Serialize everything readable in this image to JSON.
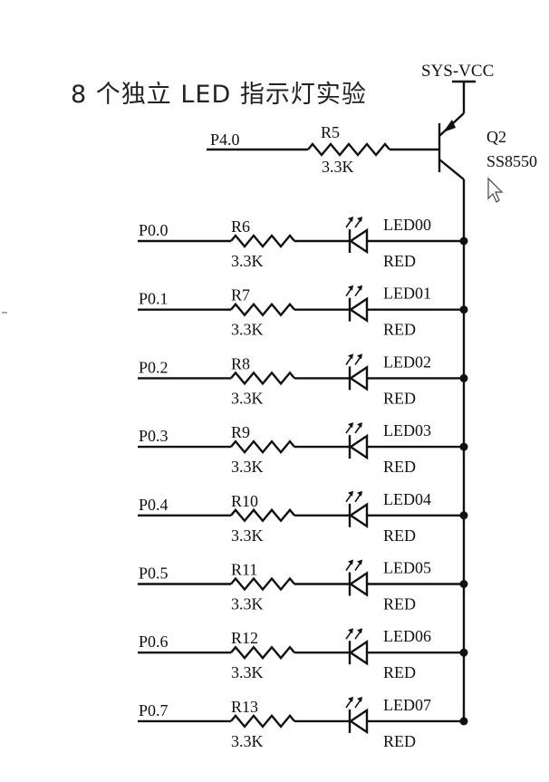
{
  "title": "8 个独立 LED 指示灯实验",
  "supply": {
    "label": "SYS-VCC"
  },
  "transistor": {
    "ref": "Q2",
    "part": "SS8550"
  },
  "base_resistor": {
    "net": "P4.0",
    "ref": "R5",
    "value": "3.3K"
  },
  "channels": [
    {
      "net": "P0.0",
      "resistor": "R6",
      "value": "3.3K",
      "led": "LED00",
      "color": "RED"
    },
    {
      "net": "P0.1",
      "resistor": "R7",
      "value": "3.3K",
      "led": "LED01",
      "color": "RED"
    },
    {
      "net": "P0.2",
      "resistor": "R8",
      "value": "3.3K",
      "led": "LED02",
      "color": "RED"
    },
    {
      "net": "P0.3",
      "resistor": "R9",
      "value": "3.3K",
      "led": "LED03",
      "color": "RED"
    },
    {
      "net": "P0.4",
      "resistor": "R10",
      "value": "3.3K",
      "led": "LED04",
      "color": "RED"
    },
    {
      "net": "P0.5",
      "resistor": "R11",
      "value": "3.3K",
      "led": "LED05",
      "color": "RED"
    },
    {
      "net": "P0.6",
      "resistor": "R12",
      "value": "3.3K",
      "led": "LED06",
      "color": "RED"
    },
    {
      "net": "P0.7",
      "resistor": "R13",
      "value": "3.3K",
      "led": "LED07",
      "color": "RED"
    }
  ]
}
